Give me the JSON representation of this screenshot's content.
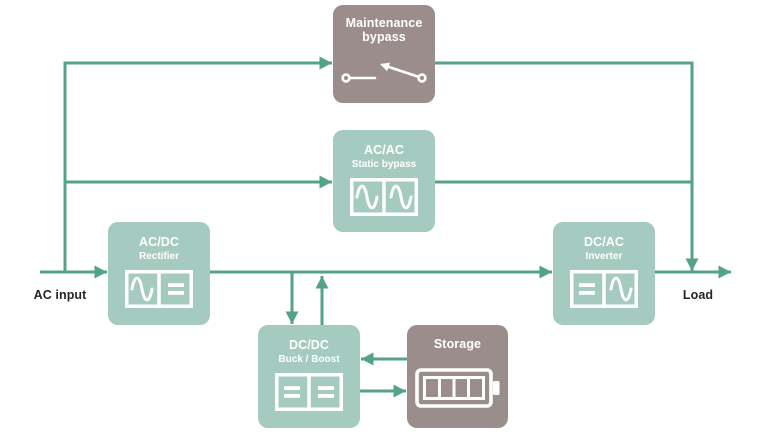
{
  "diagram_type": "ups-power-path-block-diagram",
  "labels": {
    "input": "AC input",
    "output": "Load"
  },
  "blocks": {
    "maintenance": {
      "title": "Maintenance bypass",
      "icon": "switch-icon"
    },
    "static_bypass": {
      "title": "AC/AC",
      "subtitle": "Static bypass",
      "icon": "ac-ac-converter-icon"
    },
    "rectifier": {
      "title": "AC/DC",
      "subtitle": "Rectifier",
      "icon": "ac-dc-converter-icon"
    },
    "inverter": {
      "title": "DC/AC",
      "subtitle": "Inverter",
      "icon": "dc-ac-converter-icon"
    },
    "buck_boost": {
      "title": "DC/DC",
      "subtitle": "Buck / Boost",
      "icon": "dc-dc-converter-icon"
    },
    "storage": {
      "title": "Storage",
      "icon": "battery-icon"
    }
  },
  "colors": {
    "box_green": "#a5cbc0",
    "box_mauve": "#9c8d8d",
    "wire_green": "#54a287",
    "text_on_box": "#ffffff",
    "label_text": "#262626",
    "background": "#ffffff"
  }
}
